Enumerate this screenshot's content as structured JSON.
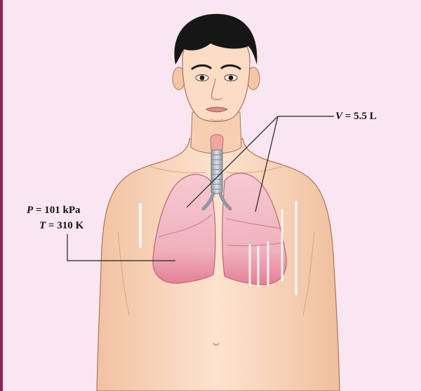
{
  "annotations": {
    "volume": {
      "symbol": "V",
      "equals": " = ",
      "value": "5.5 L"
    },
    "pressure": {
      "symbol": "P",
      "equals": " = ",
      "value": "101 kPa"
    },
    "temperature": {
      "symbol": "T",
      "equals": " = ",
      "value": "310 K"
    }
  },
  "colors": {
    "background": "#f9e6f1",
    "border": "#8a2454",
    "skin": "#fbd9c0",
    "skin_outline": "#a8765a",
    "hair": "#161616",
    "lung_fill": "#f2b5c4",
    "lung_dark": "#d6607c",
    "trachea": "#b9c0c8",
    "leader_line": "#222222"
  },
  "illustration": {
    "subject": "person-torso",
    "organs": [
      "lung-left",
      "lung-right",
      "trachea",
      "larynx"
    ]
  }
}
